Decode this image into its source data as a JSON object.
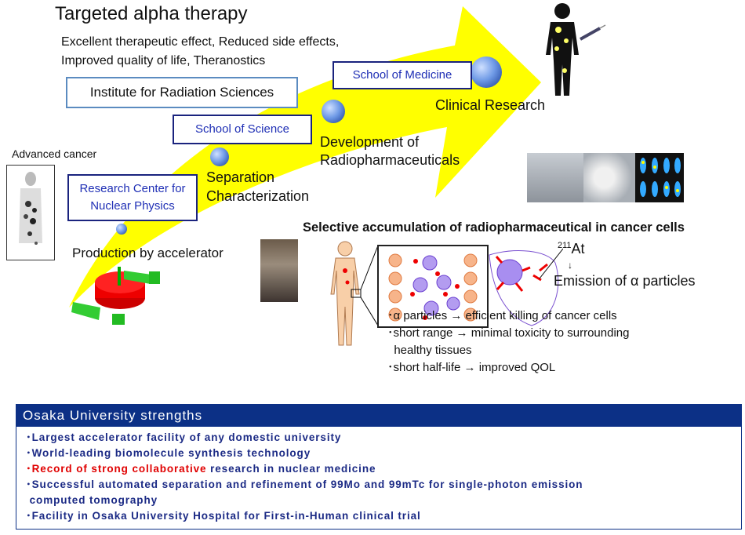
{
  "title": "Targeted alpha therapy",
  "subtitle_lines": [
    "Excellent therapeutic effect, Reduced side effects,",
    "Improved quality of life, Theranostics"
  ],
  "institutions": {
    "radiation": "Institute for Radiation Sciences",
    "medicine": "School of Medicine",
    "science": "School of Science",
    "nuclear_line1": "Research Center for",
    "nuclear_line2": "Nuclear Physics"
  },
  "stages": {
    "clinical": "Clinical Research",
    "development_line1": "Development of",
    "development_line2": "Radiopharmaceuticals",
    "separation_line1": "Separation",
    "separation_line2": "Characterization",
    "production": "Production by accelerator"
  },
  "advanced_cancer": "Advanced cancer",
  "mechanism": {
    "heading": "Selective accumulation of  radiopharmaceutical in cancer cells",
    "isotope_mass": "211",
    "isotope_symbol": "At",
    "emission": "Emission of α particles",
    "bullets": [
      "･α particles → efficient killing of cancer cells",
      "･short range → minimal toxicity to surrounding",
      "  healthy tissues",
      "･short half-life → improved QOL"
    ]
  },
  "strengths": {
    "header": "Osaka University strengths",
    "items": [
      {
        "red": "",
        "text": "Largest accelerator facility of any domestic university"
      },
      {
        "red": "",
        "text": "World-leading biomolecule synthesis technology"
      },
      {
        "red": "Record of strong collaborative",
        "text": " research in nuclear medicine"
      },
      {
        "red": "",
        "text": "Successful automated separation and refinement of 99Mo and 99mTc for single-photon emission"
      },
      {
        "red": "",
        "text": " computed tomography",
        "continuation": true
      },
      {
        "red": "",
        "text": "Facility in Osaka University Hospital for First-in-Human clinical trial"
      }
    ]
  },
  "colors": {
    "arrow": "#ffff00",
    "navy": "#0c3086",
    "box_text": "#1f2fb5",
    "highlight": "#e00000"
  }
}
